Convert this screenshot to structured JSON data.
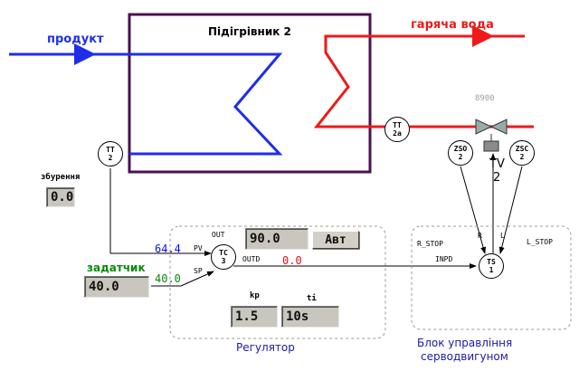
{
  "flows": {
    "product": "продукт",
    "hot_water": "гаряча вода"
  },
  "heater": {
    "title": "Підігрівник 2"
  },
  "valve_code": "8900",
  "valve": {
    "label_line1": "TV",
    "label_line2": "2"
  },
  "instruments": {
    "tt2": {
      "tag": "TT",
      "num": "2"
    },
    "tt2a": {
      "tag": "TT",
      "num": "2a"
    },
    "tc3": {
      "tag": "TC",
      "num": "3"
    },
    "zso2": {
      "tag": "ZSO",
      "num": "2"
    },
    "zsc2": {
      "tag": "ZSC",
      "num": "2"
    },
    "ts1": {
      "tag": "TS",
      "num": "1"
    }
  },
  "disturbance": {
    "label": "збурення",
    "value": "0.0"
  },
  "setpoint": {
    "label": "задатчик",
    "value": "40.0"
  },
  "regulator": {
    "title": "Регулятор",
    "out_label": "OUT",
    "out_value": "90.0",
    "mode_button": "Авт",
    "pv_label": "PV",
    "pv_value": "64.4",
    "sp_label": "SP",
    "sp_value": "40.0",
    "outd_label": "OUTD",
    "outd_value": "0.0",
    "kp_label": "kp",
    "kp_value": "1.5",
    "ti_label": "ti",
    "ti_value": "10s"
  },
  "servo_block": {
    "title_line1": "Блок управління",
    "title_line2": "серводвигуном",
    "r_stop": "R_STOP",
    "inpd": "INPD",
    "r": "R",
    "l": "L",
    "l_stop": "L_STOP"
  },
  "colors": {
    "product_line": "#1f2eea",
    "hot_line": "#ee1a1a",
    "heater_border": "#4a1050",
    "pv_value": "#1010ee",
    "sp_value": "#0a8a0a",
    "outd_value": "#e01010",
    "captions": "#1a1aa8",
    "setpoint_label": "#0a8a0a"
  }
}
